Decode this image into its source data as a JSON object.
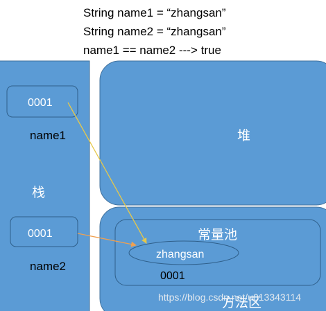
{
  "code": {
    "line1": "String name1 = “zhangsan”",
    "line2": "String name2 = “zhangsan”",
    "line3": "name1 == name2 ---> true"
  },
  "stack": {
    "label": "栈",
    "var1": {
      "address": "0001",
      "name": "name1"
    },
    "var2": {
      "address": "0001",
      "name": "name2"
    }
  },
  "heap": {
    "label": "堆"
  },
  "method_area": {
    "label": "方法区",
    "constant_pool": {
      "label": "常量池",
      "string_value": "zhangsan",
      "address": "0001"
    }
  },
  "watermark": "https://blog.csdn.net/u013343114",
  "colors": {
    "box_fill": "#5b9bd5",
    "box_stroke": "#41719c",
    "arrow_yellow": "#e6c84a",
    "arrow_orange": "#f0a050",
    "text_light": "#ffffff"
  }
}
